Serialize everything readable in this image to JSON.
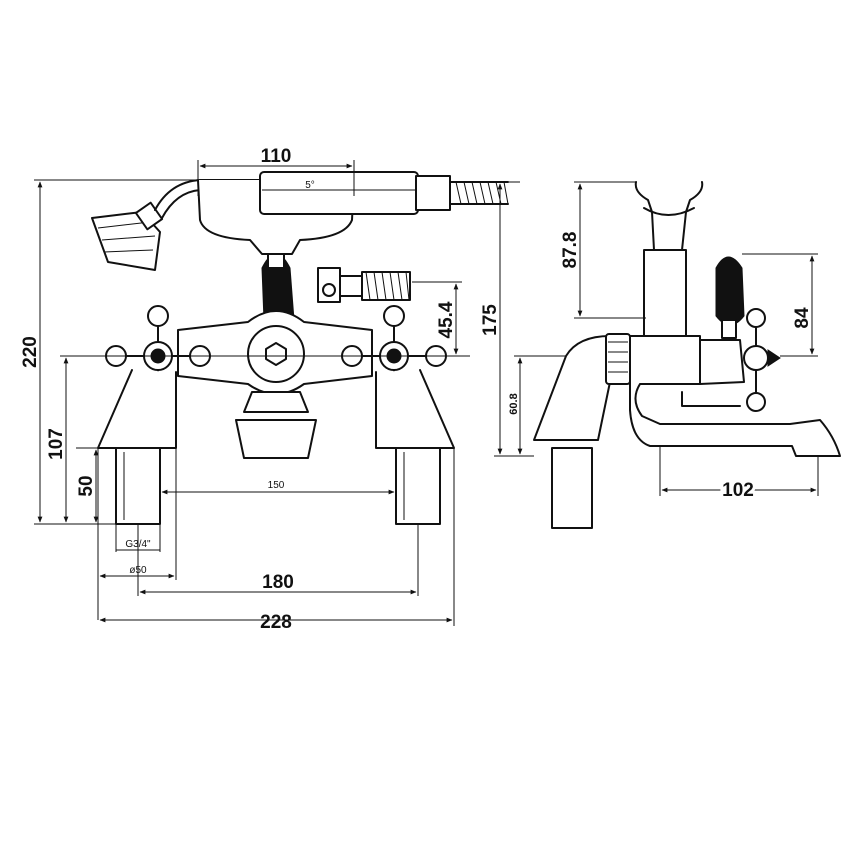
{
  "front_view": {
    "dim_handset_length": "110",
    "dim_handset_angle": "5°",
    "dim_overall_height": "220",
    "dim_inlet_height": "107",
    "dim_leg_length": "50",
    "dim_thread": "G3/4\"",
    "dim_leg_diameter": "ø50",
    "dim_inlet_span": "150",
    "dim_centres": "180",
    "dim_overall_width": "228",
    "dim_handle_rise": "45.4",
    "dim_body_height": "175"
  },
  "side_view": {
    "dim_cradle_height": "87.8",
    "dim_lever_height": "84",
    "dim_spout_height": "60.8",
    "dim_spout_projection": "102"
  },
  "colors": {
    "line": "#111111",
    "background": "#ffffff"
  }
}
